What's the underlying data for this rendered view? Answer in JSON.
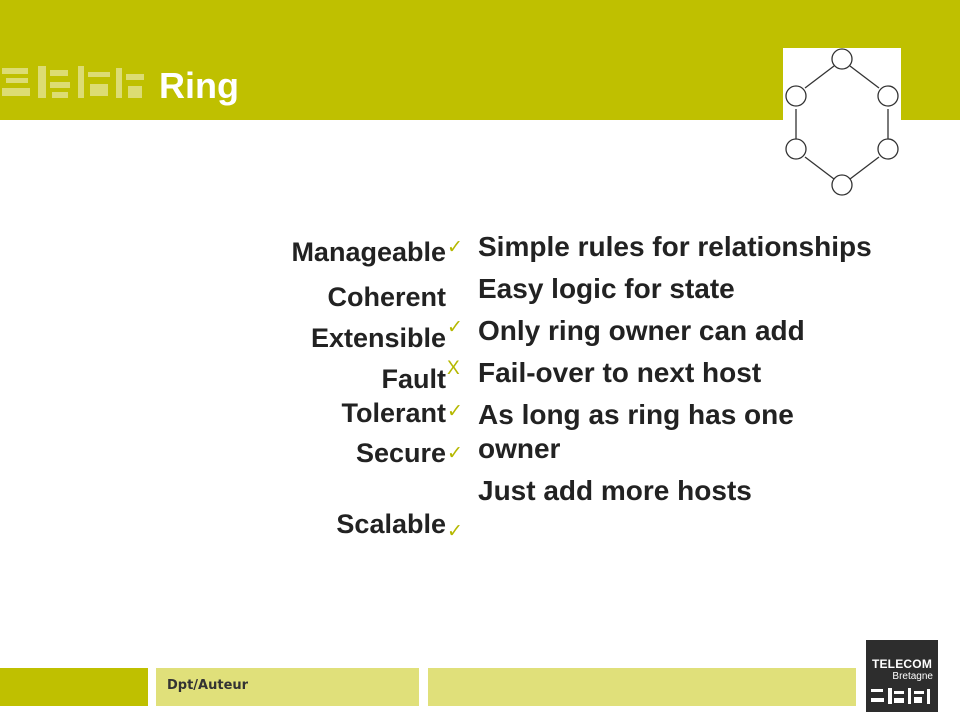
{
  "slide": {
    "title": "Ring"
  },
  "properties": {
    "labels": [
      "Manageable",
      "Coherent",
      "Extensible",
      "Fault",
      "Tolerant",
      "Secure",
      "Scalable"
    ],
    "marks": [
      "✓",
      "✓",
      "X",
      "✓",
      "✓",
      "✓"
    ],
    "items": [
      "Simple rules for relationships",
      "Easy logic for state",
      "Only ring owner can add",
      "Fail-over to next host",
      "As long as ring has one owner",
      "Just add more hosts"
    ]
  },
  "footer": {
    "text": "Dpt/Auteur"
  },
  "logo": {
    "line1": "TELECOM",
    "line2": "Bretagne"
  },
  "colors": {
    "accent": "#bfc000",
    "accent_light": "#e0e07a",
    "logo_bg": "#2d2d2d"
  },
  "icons": {
    "ring": "ring-topology-icon",
    "check": "checkmark-icon",
    "cross": "cross-mark-icon"
  }
}
